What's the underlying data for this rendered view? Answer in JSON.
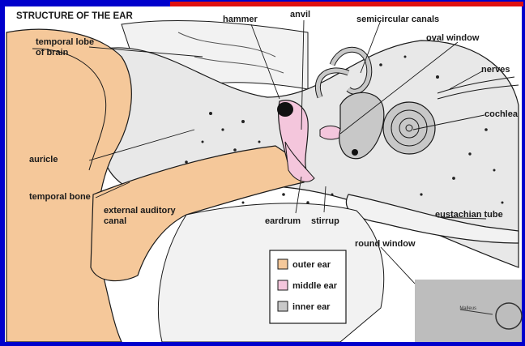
{
  "title": "STRUCTURE OF THE EAR",
  "labels": {
    "temporal_lobe_1": "temporal lobe",
    "temporal_lobe_2": "of brain",
    "hammer": "hammer",
    "anvil": "anvil",
    "semicircular_canals": "semicircular canals",
    "oval_window": "oval window",
    "nerves": "nerves",
    "cochlea": "cochlea",
    "auricle": "auricle",
    "temporal_bone": "temporal bone",
    "external_canal_1": "external auditory",
    "external_canal_2": "canal",
    "eardrum": "eardrum",
    "stirrup": "stirrup",
    "round_window": "round window",
    "eustachian_tube": "eustachian tube",
    "inset_label": "Malleus"
  },
  "legend": [
    {
      "label": "outer ear",
      "color": "#f5c89a"
    },
    {
      "label": "middle ear",
      "color": "#f4c6dc"
    },
    {
      "label": "inner ear",
      "color": "#c8c8c8"
    }
  ],
  "colors": {
    "frame_blue": "#0000cc",
    "frame_red": "#e01010",
    "outer": "#f5c89a",
    "middle": "#f4c6dc",
    "inner": "#c8c8c8",
    "ink": "#1a1a1a"
  }
}
